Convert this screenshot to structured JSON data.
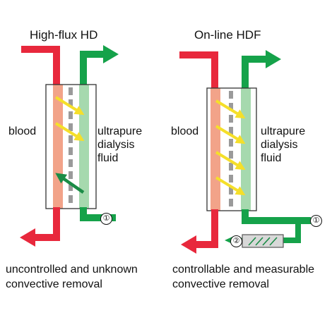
{
  "panels": {
    "left": {
      "title": "High-flux HD",
      "blood_label": "blood",
      "fluid_label_lines": [
        "ultrapure",
        "dialysis",
        "fluid"
      ],
      "marker_1": "①",
      "caption_lines": [
        "uncontrolled and unknown",
        "convective removal"
      ]
    },
    "right": {
      "title": "On-line HDF",
      "blood_label": "blood",
      "fluid_label_lines": [
        "ultrapure",
        "dialysis",
        "fluid"
      ],
      "marker_1": "①",
      "marker_2": "②",
      "caption_lines": [
        "controllable and measurable",
        "convective removal"
      ]
    }
  },
  "colors": {
    "blood": "#e8283c",
    "dialysate": "#15a24a",
    "blood_compartment": "#f2a389",
    "fluid_compartment": "#a6d9ae",
    "filtration_arrow": "#f5df2a",
    "backfiltration_arrow": "#1b8c46",
    "membrane": "#9a9a9a"
  },
  "icons": {
    "filtration": "yellow-diagonal-arrow-icon",
    "backfiltration": "green-diagonal-arrow-icon",
    "pump": "infusion-pump-icon"
  }
}
